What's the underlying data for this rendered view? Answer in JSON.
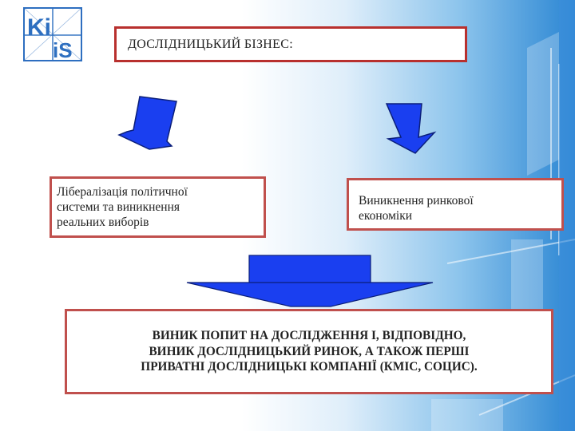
{
  "logo": {
    "text_top": "Ki",
    "text_bottom": "iS"
  },
  "title": "ДОСЛІДНИЦЬКИЙ БІЗНЕС:",
  "left_box": {
    "lines": [
      "Лібералізація політичної",
      "системи та виникнення",
      "реальних виборів"
    ]
  },
  "right_box": {
    "lines": [
      "Виникнення ринкової",
      "економіки"
    ]
  },
  "bottom_box": {
    "lines": [
      "ВИНИК ПОПИТ НА ДОСЛІДЖЕННЯ І, ВІДПОВІДНО,",
      "ВИНИК ДОСЛІДНИЦЬКИЙ РИНОК, А ТАКОЖ ПЕРШІ",
      "ПРИВАТНІ ДОСЛІДНИЦЬКІ КОМПАНІЇ (КМІС, СОЦИС)."
    ]
  },
  "colors": {
    "arrow_blue": "#1a3ff0",
    "box_border": "#c0504d",
    "logo_blue": "#2e6fc0"
  }
}
